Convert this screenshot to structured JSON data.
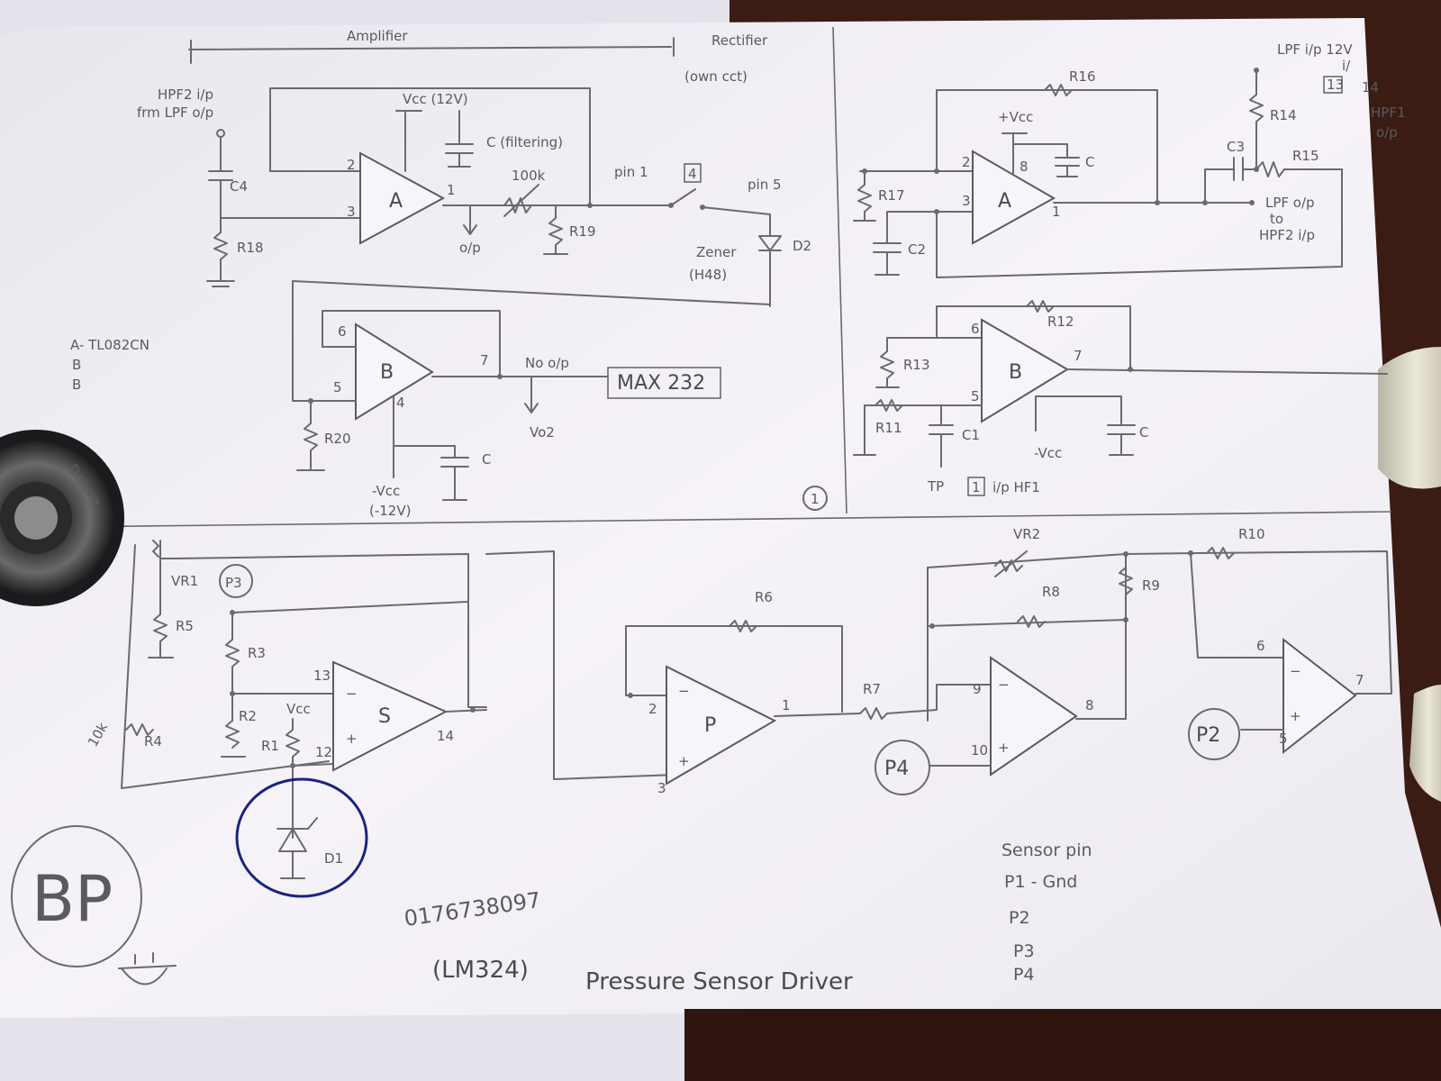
{
  "photo": {
    "colors": {
      "table": "#3a1c14",
      "paper": "#f3f0f6",
      "pencil": "#5a5a62",
      "pen": "#1a237e"
    }
  },
  "panel1": {
    "section_amplifier": "Amplifier",
    "section_rectifier": "Rectifier",
    "section_rectifier_note": "(own cct)",
    "hpf2_input": "HPF2 i/p",
    "hpf2_input_2": "frm LPF o/p",
    "c4": "C4",
    "r18": "R18",
    "vcc": "Vcc (12V)",
    "c_filter": "C (filtering)",
    "opamp_a": "A",
    "pin_a2": "2",
    "pin_a3": "3",
    "pin_a1": "1",
    "out_a": "o/p",
    "pot": "100k",
    "r19": "R19",
    "pin1": "pin 1",
    "box4": "4",
    "pin5": "pin 5",
    "zener": "Zener",
    "zener_part": "(H48)",
    "d2": "D2",
    "chip_a": "A- TL082CN",
    "chip_b1": "B",
    "chip_b2": "B",
    "opamp_b": "B",
    "pin_b6": "6",
    "pin_b5": "5",
    "pin_b7": "7",
    "pin_b4": "4",
    "no_op": "No o/p",
    "max232": "MAX 232",
    "vo2": "Vo2",
    "r20": "R20",
    "c_b": "C",
    "neg_vcc": "-Vcc",
    "neg_vcc_val": "(-12V)",
    "page_no": "1"
  },
  "panel2": {
    "lpf_input": "LPF i/p 12V",
    "label_i": "i/",
    "box13": "13",
    "box14": "14",
    "hpf1_out1": "HPF1",
    "hpf1_out2": "o/p",
    "r16": "R16",
    "r14": "R14",
    "r15": "R15",
    "r17": "R17",
    "vcc": "+Vcc",
    "c_top": "C",
    "c3": "C3",
    "c2": "C2",
    "opamp_a": "A",
    "pin2": "2",
    "pin3": "3",
    "pin8": "8",
    "pin1": "1",
    "lpf_out1": "LPF o/p",
    "lpf_out2": "to",
    "lpf_out3": "HPF2 i/p",
    "r12": "R12",
    "r13": "R13",
    "r11": "R11",
    "c1": "C1",
    "c_right": "C",
    "opamp_b": "B",
    "pin6": "6",
    "pin5": "5",
    "pin7": "7",
    "neg_vcc": "-Vcc",
    "tp": "TP",
    "tp_box": "1",
    "tp_label": "i/p HF1"
  },
  "panel3": {
    "vr1": "VR1",
    "r5": "R5",
    "p3": "P3",
    "r3": "R3",
    "r2": "R2",
    "r1": "R1",
    "r4": "R4",
    "pot_r4": "10k",
    "vcc": "Vcc",
    "opamp_s": "S",
    "pin13": "13",
    "pin12": "12",
    "pin14": "14",
    "d1": "D1",
    "r6": "R6",
    "opamp_p": "P",
    "pin_p2": "2",
    "pin_p3": "3",
    "pin_p1": "1",
    "r7": "R7",
    "vr2": "VR2",
    "r8": "R8",
    "r9": "R9",
    "pin9": "9",
    "pin10": "10",
    "pin8": "8",
    "p4": "P4",
    "r10": "R10",
    "pin6": "6",
    "pin5": "5",
    "pin7": "7",
    "p2": "P2",
    "bp": "BP",
    "phone": "0176738097",
    "title_chip": "(LM324)",
    "title": "Pressure Sensor Driver",
    "sensor_head": "Sensor pin",
    "sensor_p1": "P1 - Gnd",
    "sensor_p2": "P2",
    "sensor_p3": "P3",
    "sensor_p4": "P4"
  },
  "tape": {
    "brand": "Deluxe"
  }
}
